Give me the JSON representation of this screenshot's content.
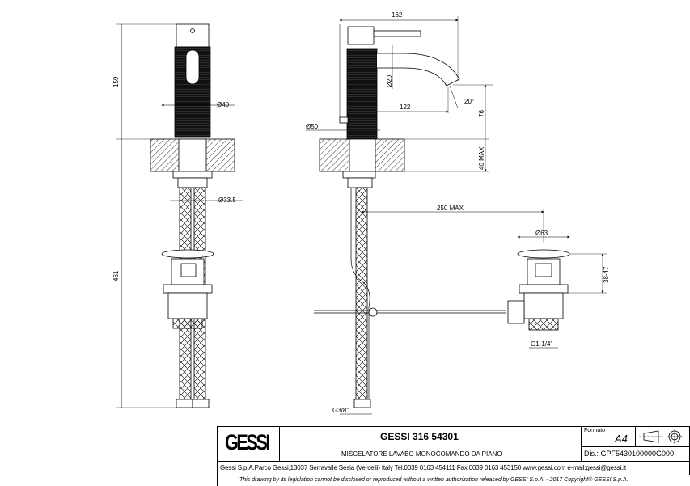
{
  "dimensions": {
    "height_top": "159",
    "height_total": "461",
    "dia_body": "Ø40",
    "dia_hose": "Ø33.5",
    "spout_length": "162",
    "dia_spout": "Ø20",
    "spout_reach": "122",
    "angle": "20°",
    "spout_height": "76",
    "deck_max": "40 MAX",
    "dia_base": "Ø50",
    "hose_length": "250 MAX",
    "dia_waste": "Ø63",
    "waste_range": "38-47",
    "waste_thread": "G1-1/4\"",
    "hose_thread": "G3/8\""
  },
  "title_block": {
    "logo": "GESSI",
    "product_code": "GESSI 316 54301",
    "description": "MISCELATORE LAVABO MONOCOMANDO DA PIANO",
    "format_label": "Formato",
    "format_value": "A4",
    "drawing_number": "Dis.: GPF5430100000G000",
    "address": "Gessi S.p.A.Parco Gessi,13037 Serravalle Sesia (Vercelli) Italy Tel.0039 0163 454111 Fax.0039 0163 453150 www.gessi.com e-mail:gessi@gessi.it",
    "disclaimer": "This drawing by its legislation cannot be disclosed or reproduced without a written authorization released by GESSI S.p.A. - 2017 Copyright® GESSI S.p.A."
  }
}
